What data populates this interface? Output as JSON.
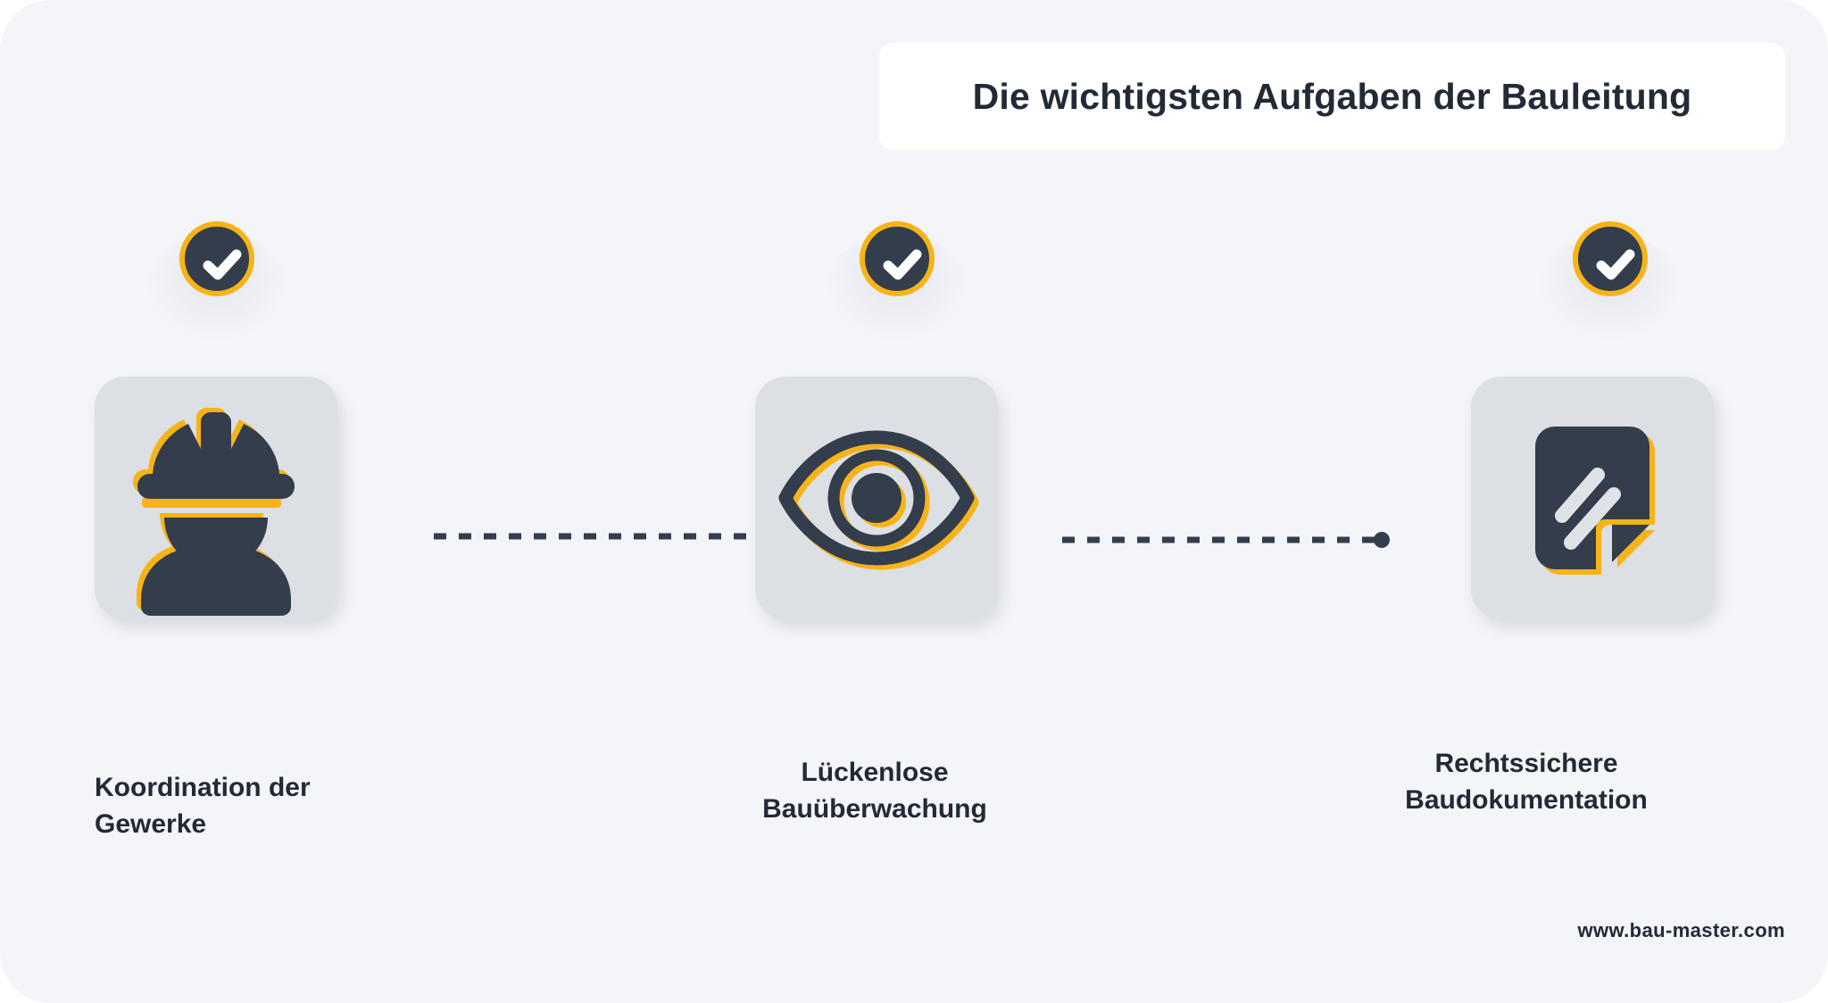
{
  "page": {
    "background_color": "#f4f5f9",
    "accent_color": "#f7b418",
    "dark_color": "#333d4c",
    "card_color": "#dcdfe3",
    "text_color": "#222a35"
  },
  "header": {
    "title": "Die wichtigsten Aufgaben der Bauleitung",
    "banner_background": "#ffffff"
  },
  "steps": [
    {
      "badge_icon": "check-circle-icon",
      "card_icon": "construction-worker-icon",
      "label_line1": "Koordination der",
      "label_line2": "Gewerke",
      "label_align": "left"
    },
    {
      "badge_icon": "check-circle-icon",
      "card_icon": "eye-icon",
      "label_line1": "Lückenlose",
      "label_line2": "Bauüberwachung",
      "label_align": "center"
    },
    {
      "badge_icon": "check-circle-icon",
      "card_icon": "document-page-icon",
      "label_line1": "Rechtssichere",
      "label_line2": "Baudokumentation",
      "label_align": "center"
    }
  ],
  "connectors": [
    {
      "name": "connector-1-2",
      "style": "dashed",
      "end_dot": false
    },
    {
      "name": "connector-2-3",
      "style": "dashed",
      "end_dot": true
    }
  ],
  "footer": {
    "url": "www.bau-master.com"
  }
}
